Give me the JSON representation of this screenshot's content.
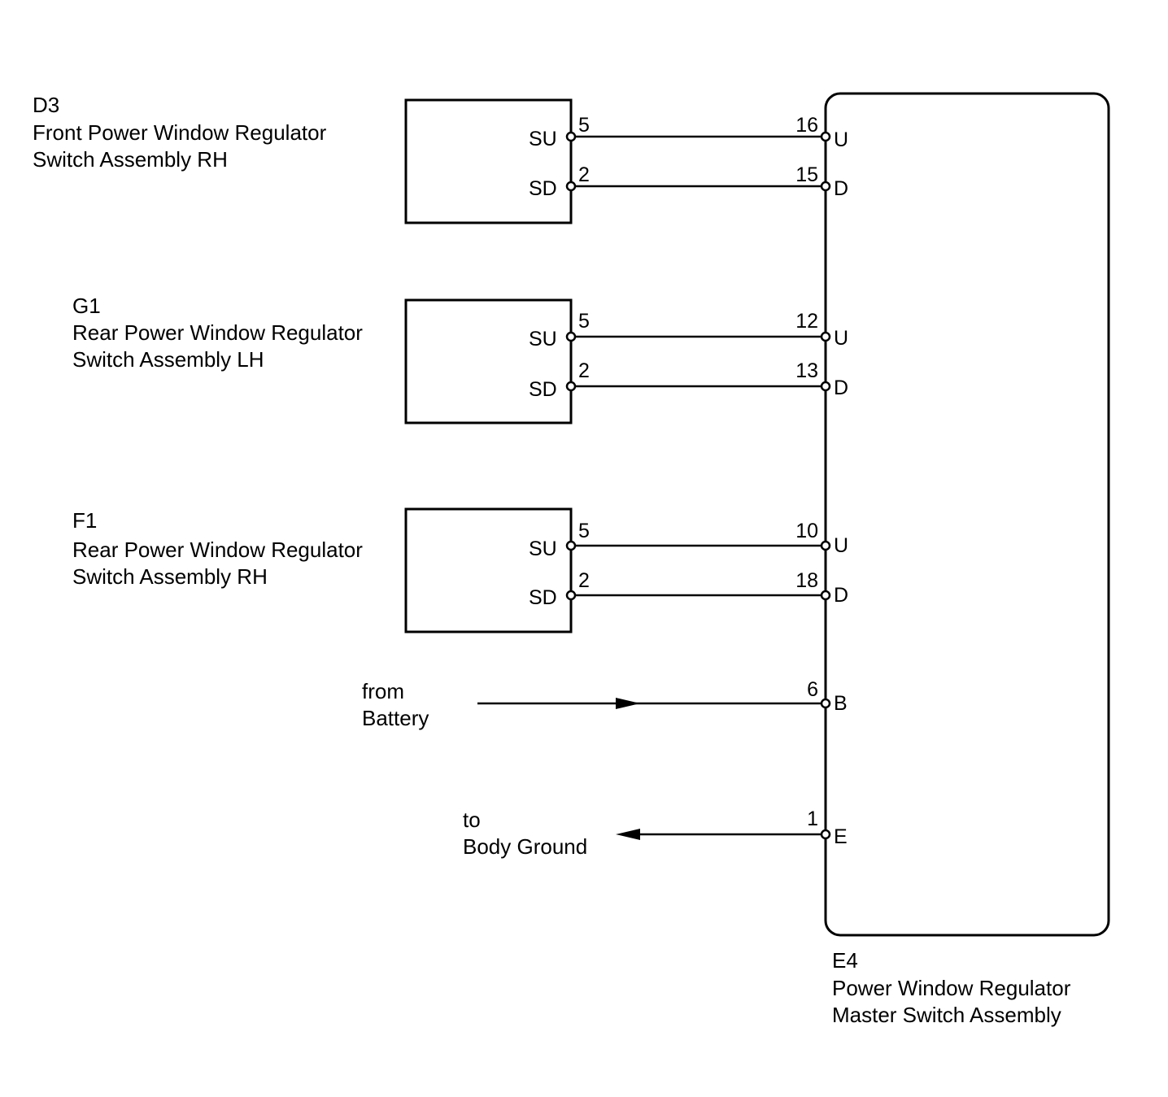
{
  "components": {
    "d3": {
      "code": "D3",
      "line1": "Front Power Window Regulator",
      "line2": "Switch Assembly RH",
      "pins": [
        {
          "name": "SU",
          "num": "5"
        },
        {
          "name": "SD",
          "num": "2"
        }
      ]
    },
    "g1": {
      "code": "G1",
      "line1": "Rear Power Window Regulator",
      "line2": "Switch Assembly LH",
      "pins": [
        {
          "name": "SU",
          "num": "5"
        },
        {
          "name": "SD",
          "num": "2"
        }
      ]
    },
    "f1": {
      "code": "F1",
      "line1": "Rear Power Window Regulator",
      "line2": "Switch Assembly RH",
      "pins": [
        {
          "name": "SU",
          "num": "5"
        },
        {
          "name": "SD",
          "num": "2"
        }
      ]
    },
    "e4": {
      "code": "E4",
      "line1": "Power Window Regulator",
      "line2": "Master Switch Assembly",
      "pins": [
        {
          "name": "U",
          "num": "16"
        },
        {
          "name": "D",
          "num": "15"
        },
        {
          "name": "U",
          "num": "12"
        },
        {
          "name": "D",
          "num": "13"
        },
        {
          "name": "U",
          "num": "10"
        },
        {
          "name": "D",
          "num": "18"
        },
        {
          "name": "B",
          "num": "6"
        },
        {
          "name": "E",
          "num": "1"
        }
      ]
    }
  },
  "battery": {
    "line1": "from",
    "line2": "Battery"
  },
  "ground": {
    "line1": "to",
    "line2": "Body Ground"
  }
}
